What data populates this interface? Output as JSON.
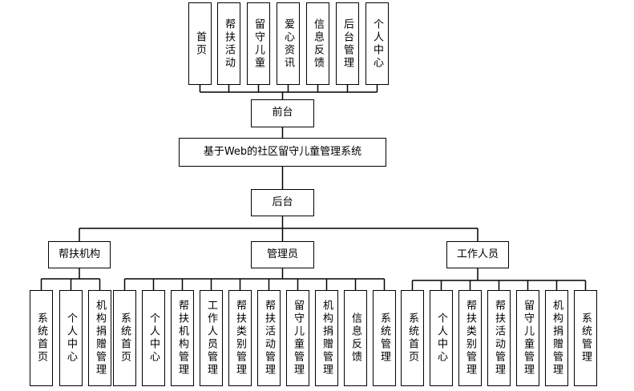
{
  "root": "基于Web的社区留守儿童管理系统",
  "front": {
    "label": "前台",
    "items": [
      "首页",
      "帮扶活动",
      "留守儿童",
      "爱心资讯",
      "信息反馈",
      "后台管理",
      "个人中心"
    ]
  },
  "back": {
    "label": "后台",
    "roles": [
      {
        "name": "帮扶机构",
        "items": [
          "系统首页",
          "个人中心",
          "机构捐赠管理"
        ]
      },
      {
        "name": "管理员",
        "items": [
          "系统首页",
          "个人中心",
          "帮扶机构管理",
          "工作人员管理",
          "帮扶类别管理",
          "帮扶活动管理",
          "留守儿童管理",
          "机构捐赠管理",
          "信息反馈",
          "系统管理"
        ]
      },
      {
        "name": "工作人员",
        "items": [
          "系统首页",
          "个人中心",
          "帮扶类别管理",
          "帮扶活动管理",
          "留守儿童管理",
          "机构捐赠管理",
          "系统管理"
        ]
      }
    ]
  }
}
